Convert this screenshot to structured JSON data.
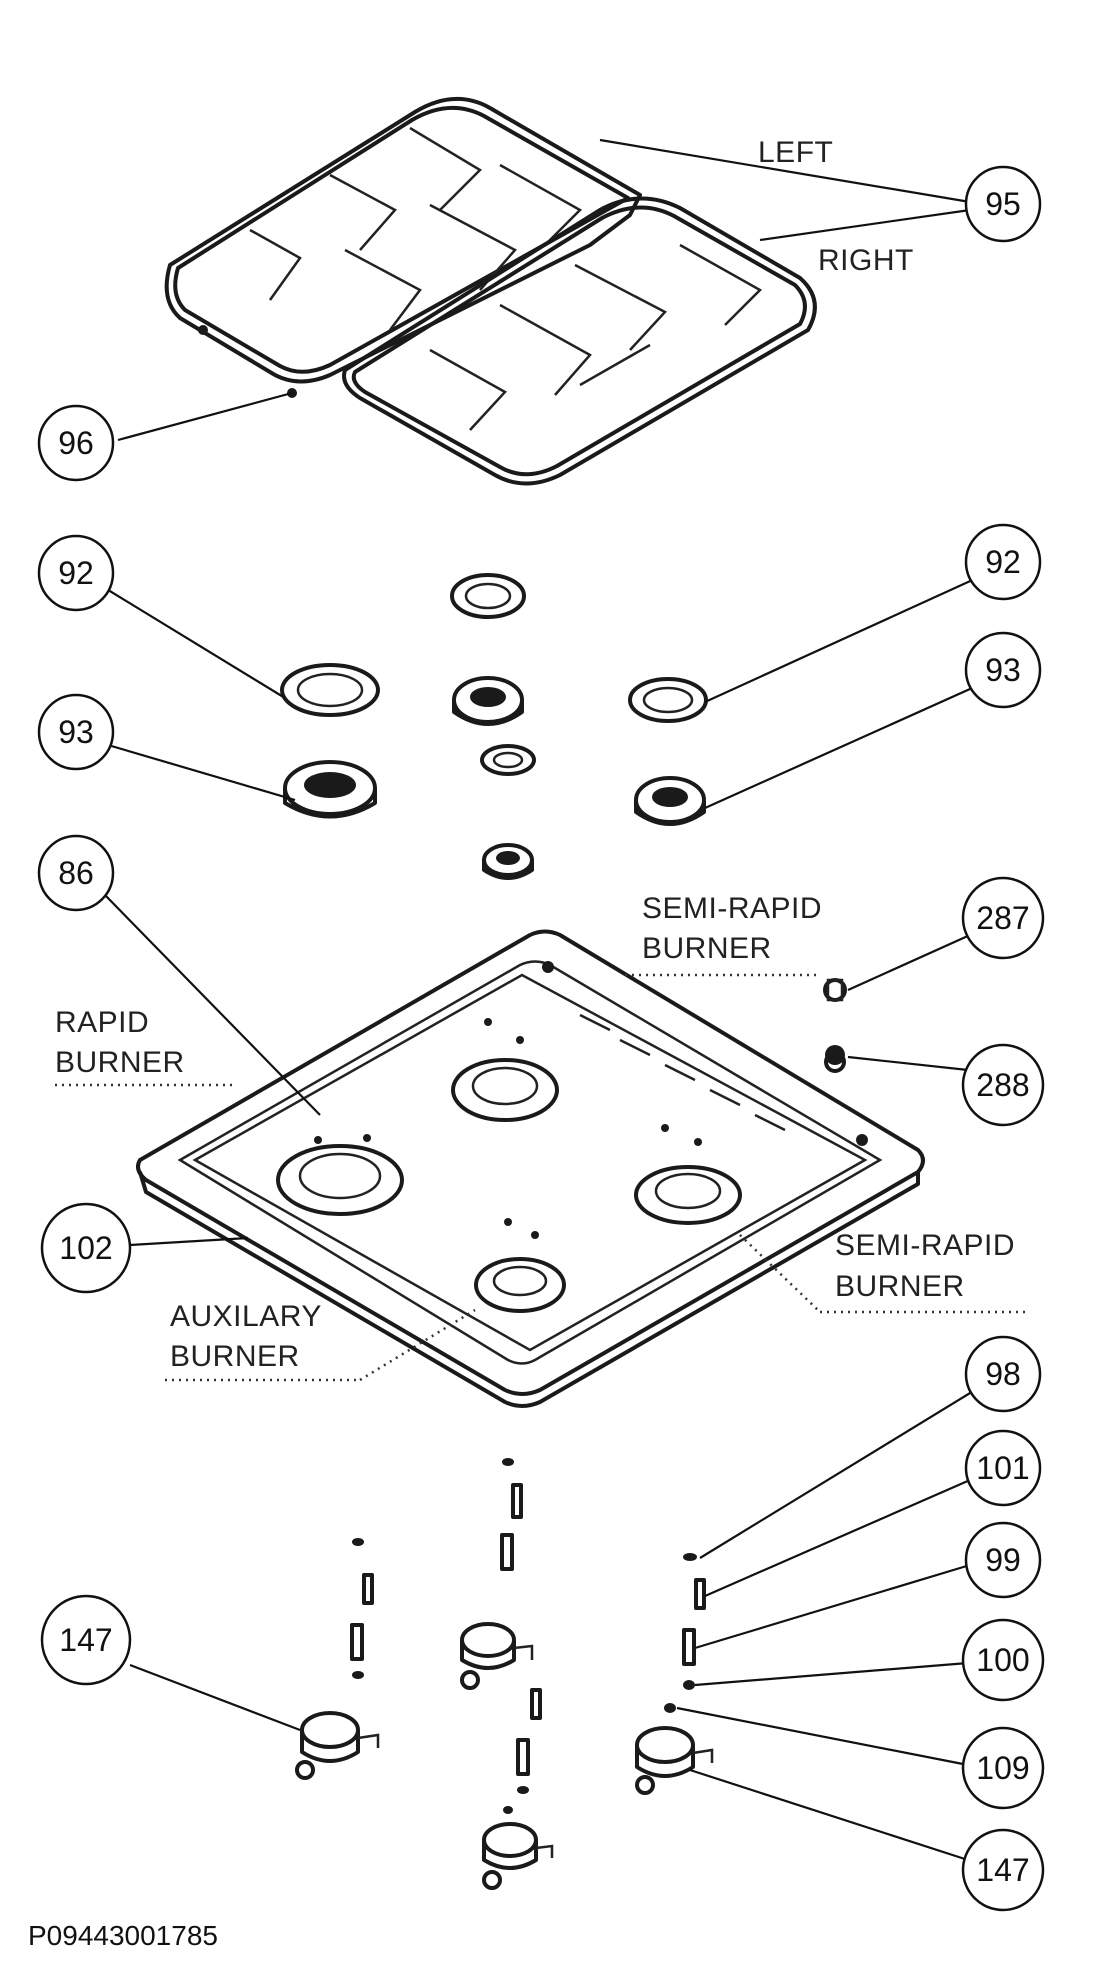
{
  "callouts": {
    "c95": "95",
    "c96": "96",
    "c92_left": "92",
    "c92_right": "92",
    "c93_left": "93",
    "c93_right": "93",
    "c86": "86",
    "c287": "287",
    "c288": "288",
    "c102": "102",
    "c98": "98",
    "c101": "101",
    "c99": "99",
    "c100": "100",
    "c109": "109",
    "c147_left": "147",
    "c147_right": "147"
  },
  "labels": {
    "left": "LEFT",
    "right": "RIGHT",
    "semi_rapid_top_1": "SEMI-RAPID",
    "semi_rapid_top_2": "BURNER",
    "rapid_1": "RAPID",
    "rapid_2": "BURNER",
    "semi_rapid_right_1": "SEMI-RAPID",
    "semi_rapid_right_2": "BURNER",
    "auxilary_1": "AUXILARY",
    "auxilary_2": "BURNER"
  },
  "document_id": "P09443001785"
}
